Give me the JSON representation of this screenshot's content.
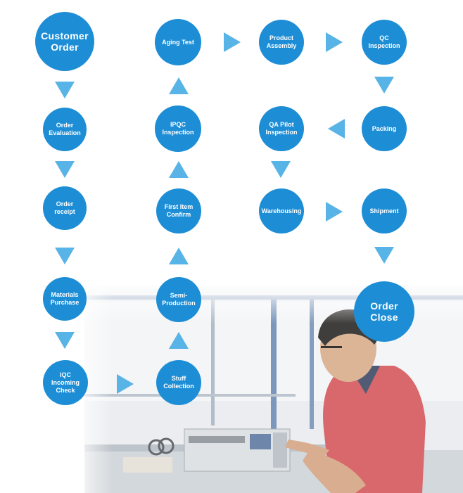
{
  "nodes": {
    "customer_order": "Customer\nOrder",
    "order_evaluation": "Order\nEvaluation",
    "order_receipt": "Order receipt",
    "materials_purchase": "Materials\nPurchase",
    "iqc_incoming_check": "IQC Incoming\nCheck",
    "stuff_collection": "Stuff\nCollection",
    "semi_production": "Semi-\nProduction",
    "first_item_confirm": "First Item\nConfirm",
    "ipqc_inspection": "IPQC\nInspection",
    "aging_test": "Aging Test",
    "product_assembly": "Product\nAssembly",
    "qc_inspection": "QC\nInspection",
    "packing": "Packing",
    "qa_pilot_inspection": "QA Pilot\nInspection",
    "warehousing": "Warehousing",
    "shipment": "Shipment",
    "order_close": "Order\nClose"
  },
  "colors": {
    "node_fill": "#1d8ed6",
    "arrow_fill": "#58b3e6",
    "node_text": "#ffffff"
  }
}
